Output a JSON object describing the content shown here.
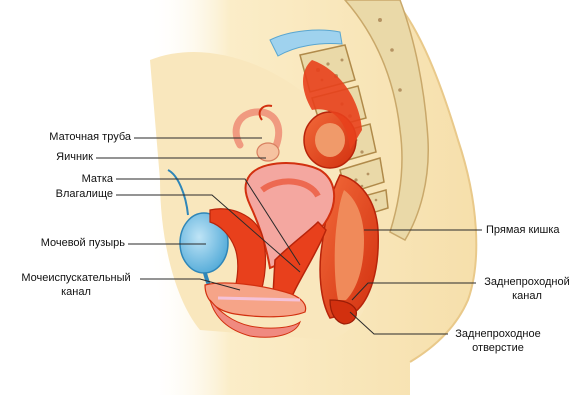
{
  "diagram": {
    "labels": {
      "fallopian_tube": "Маточная труба",
      "ovary": "Яичник",
      "uterus": "Матка",
      "vagina": "Влагалище",
      "bladder": "Мочевой пузырь",
      "urethra_line1": "Мочеиспускательный",
      "urethra_line2": "канал",
      "rectum": "Прямая кишка",
      "anal_canal_line1": "Заднепроходной",
      "anal_canal_line2": "канал",
      "anus_line1": "Заднепроходное",
      "anus_line2": "отверстие"
    },
    "colors": {
      "skin": "#f6dfab",
      "skin_outline": "#e9c98a",
      "muscle": "#e8401c",
      "muscle_dark": "#c8280c",
      "muscle_light": "#f0784a",
      "uterus_inner": "#f4a7a0",
      "bladder": "#7fc5e8",
      "bone": "#ead9a8",
      "bone_spots": "#8a5a2a",
      "leader_line": "#2a2a2a"
    }
  }
}
